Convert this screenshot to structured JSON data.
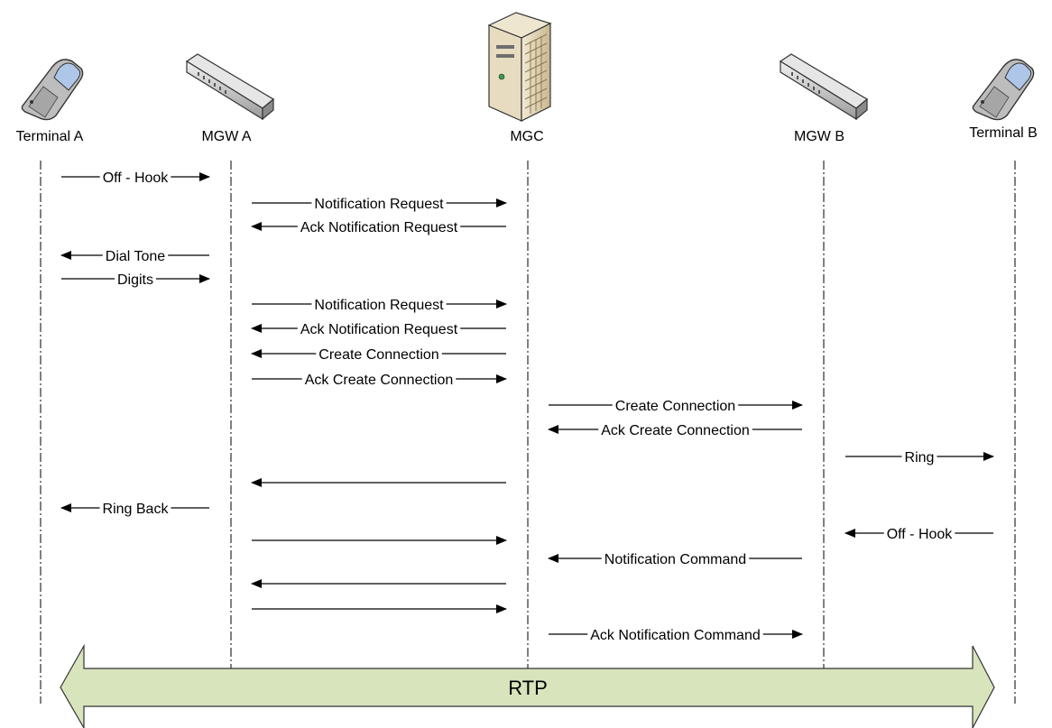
{
  "participants": [
    {
      "id": "terminal_a",
      "label": "Terminal A",
      "icon": "mobile-phone-icon"
    },
    {
      "id": "mgw_a",
      "label": "MGW A",
      "icon": "media-gateway-icon"
    },
    {
      "id": "mgc",
      "label": "MGC",
      "icon": "server-tower-icon"
    },
    {
      "id": "mgw_b",
      "label": "MGW B",
      "icon": "media-gateway-icon"
    },
    {
      "id": "terminal_b",
      "label": "Terminal B",
      "icon": "mobile-phone-icon"
    }
  ],
  "messages": [
    {
      "from": "terminal_a",
      "to": "mgw_a",
      "label": "Off - Hook"
    },
    {
      "from": "mgw_a",
      "to": "mgc",
      "label": "Notification Request"
    },
    {
      "from": "mgc",
      "to": "mgw_a",
      "label": "Ack Notification Request"
    },
    {
      "from": "mgw_a",
      "to": "terminal_a",
      "label": "Dial Tone"
    },
    {
      "from": "terminal_a",
      "to": "mgw_a",
      "label": "Digits"
    },
    {
      "from": "mgw_a",
      "to": "mgc",
      "label": "Notification Request"
    },
    {
      "from": "mgc",
      "to": "mgw_a",
      "label": "Ack Notification Request"
    },
    {
      "from": "mgc",
      "to": "mgw_a",
      "label": "Create Connection"
    },
    {
      "from": "mgw_a",
      "to": "mgc",
      "label": "Ack Create Connection"
    },
    {
      "from": "mgc",
      "to": "mgw_b",
      "label": "Create Connection"
    },
    {
      "from": "mgw_b",
      "to": "mgc",
      "label": "Ack Create Connection"
    },
    {
      "from": "mgw_b",
      "to": "terminal_b",
      "label": "Ring"
    },
    {
      "from": "mgc",
      "to": "mgw_a",
      "label": ""
    },
    {
      "from": "mgw_a",
      "to": "terminal_a",
      "label": "Ring Back"
    },
    {
      "from": "terminal_b",
      "to": "mgw_b",
      "label": "Off - Hook"
    },
    {
      "from": "mgw_a",
      "to": "mgc",
      "label": ""
    },
    {
      "from": "mgw_b",
      "to": "mgc",
      "label": "Notification Command"
    },
    {
      "from": "mgc",
      "to": "mgw_a",
      "label": ""
    },
    {
      "from": "mgw_a",
      "to": "mgc",
      "label": ""
    },
    {
      "from": "mgc",
      "to": "mgw_b",
      "label": "Ack Notification Command"
    }
  ],
  "media_stream": {
    "label": "RTP",
    "color": "#d8e4bc"
  }
}
